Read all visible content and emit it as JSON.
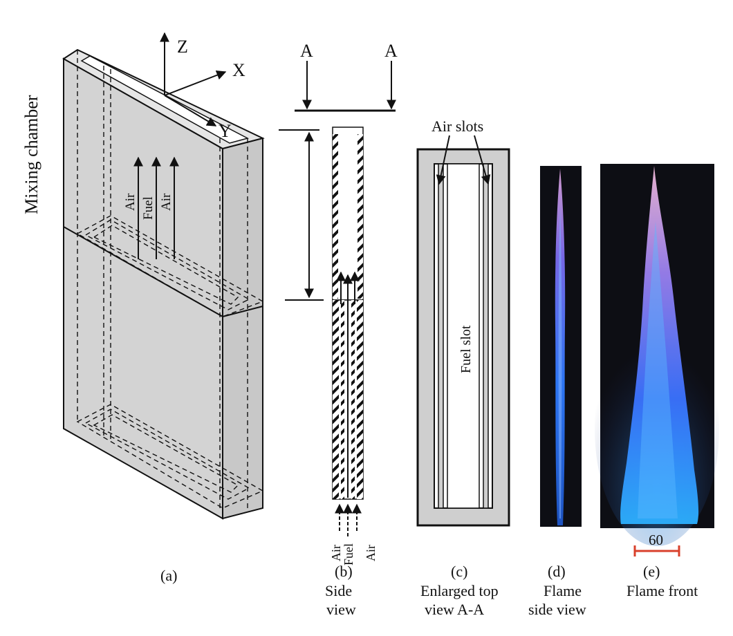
{
  "panel_a": {
    "chamber_label": "Mixing chamber",
    "axes": {
      "z": "Z",
      "x": "X",
      "y": "Y"
    },
    "flow_labels": [
      "Air",
      "Fuel",
      "Air"
    ],
    "caption": "(a)"
  },
  "panel_b": {
    "section_marker_left": "A",
    "section_marker_right": "A",
    "flow_labels": [
      "Air",
      "Fuel",
      "Air"
    ],
    "caption": "(b)",
    "caption_line1": "Side",
    "caption_line2": "view"
  },
  "panel_c": {
    "air_slots_label": "Air slots",
    "fuel_slot_label": "Fuel slot",
    "caption": "(c)",
    "caption_line1": "Enlarged top",
    "caption_line2": "view A-A"
  },
  "panel_d": {
    "caption": "(d)",
    "caption_line1": "Flame",
    "caption_line2": "side view"
  },
  "panel_e": {
    "scale_label": "60",
    "caption": "(e)",
    "caption_line1": "Flame front"
  },
  "colors": {
    "body_gray": "#d3d3d3",
    "line": "#111111",
    "flame_background": "#0d0e14",
    "flame_blue": "#2f7bff",
    "scale_bar": "#d9402b"
  }
}
